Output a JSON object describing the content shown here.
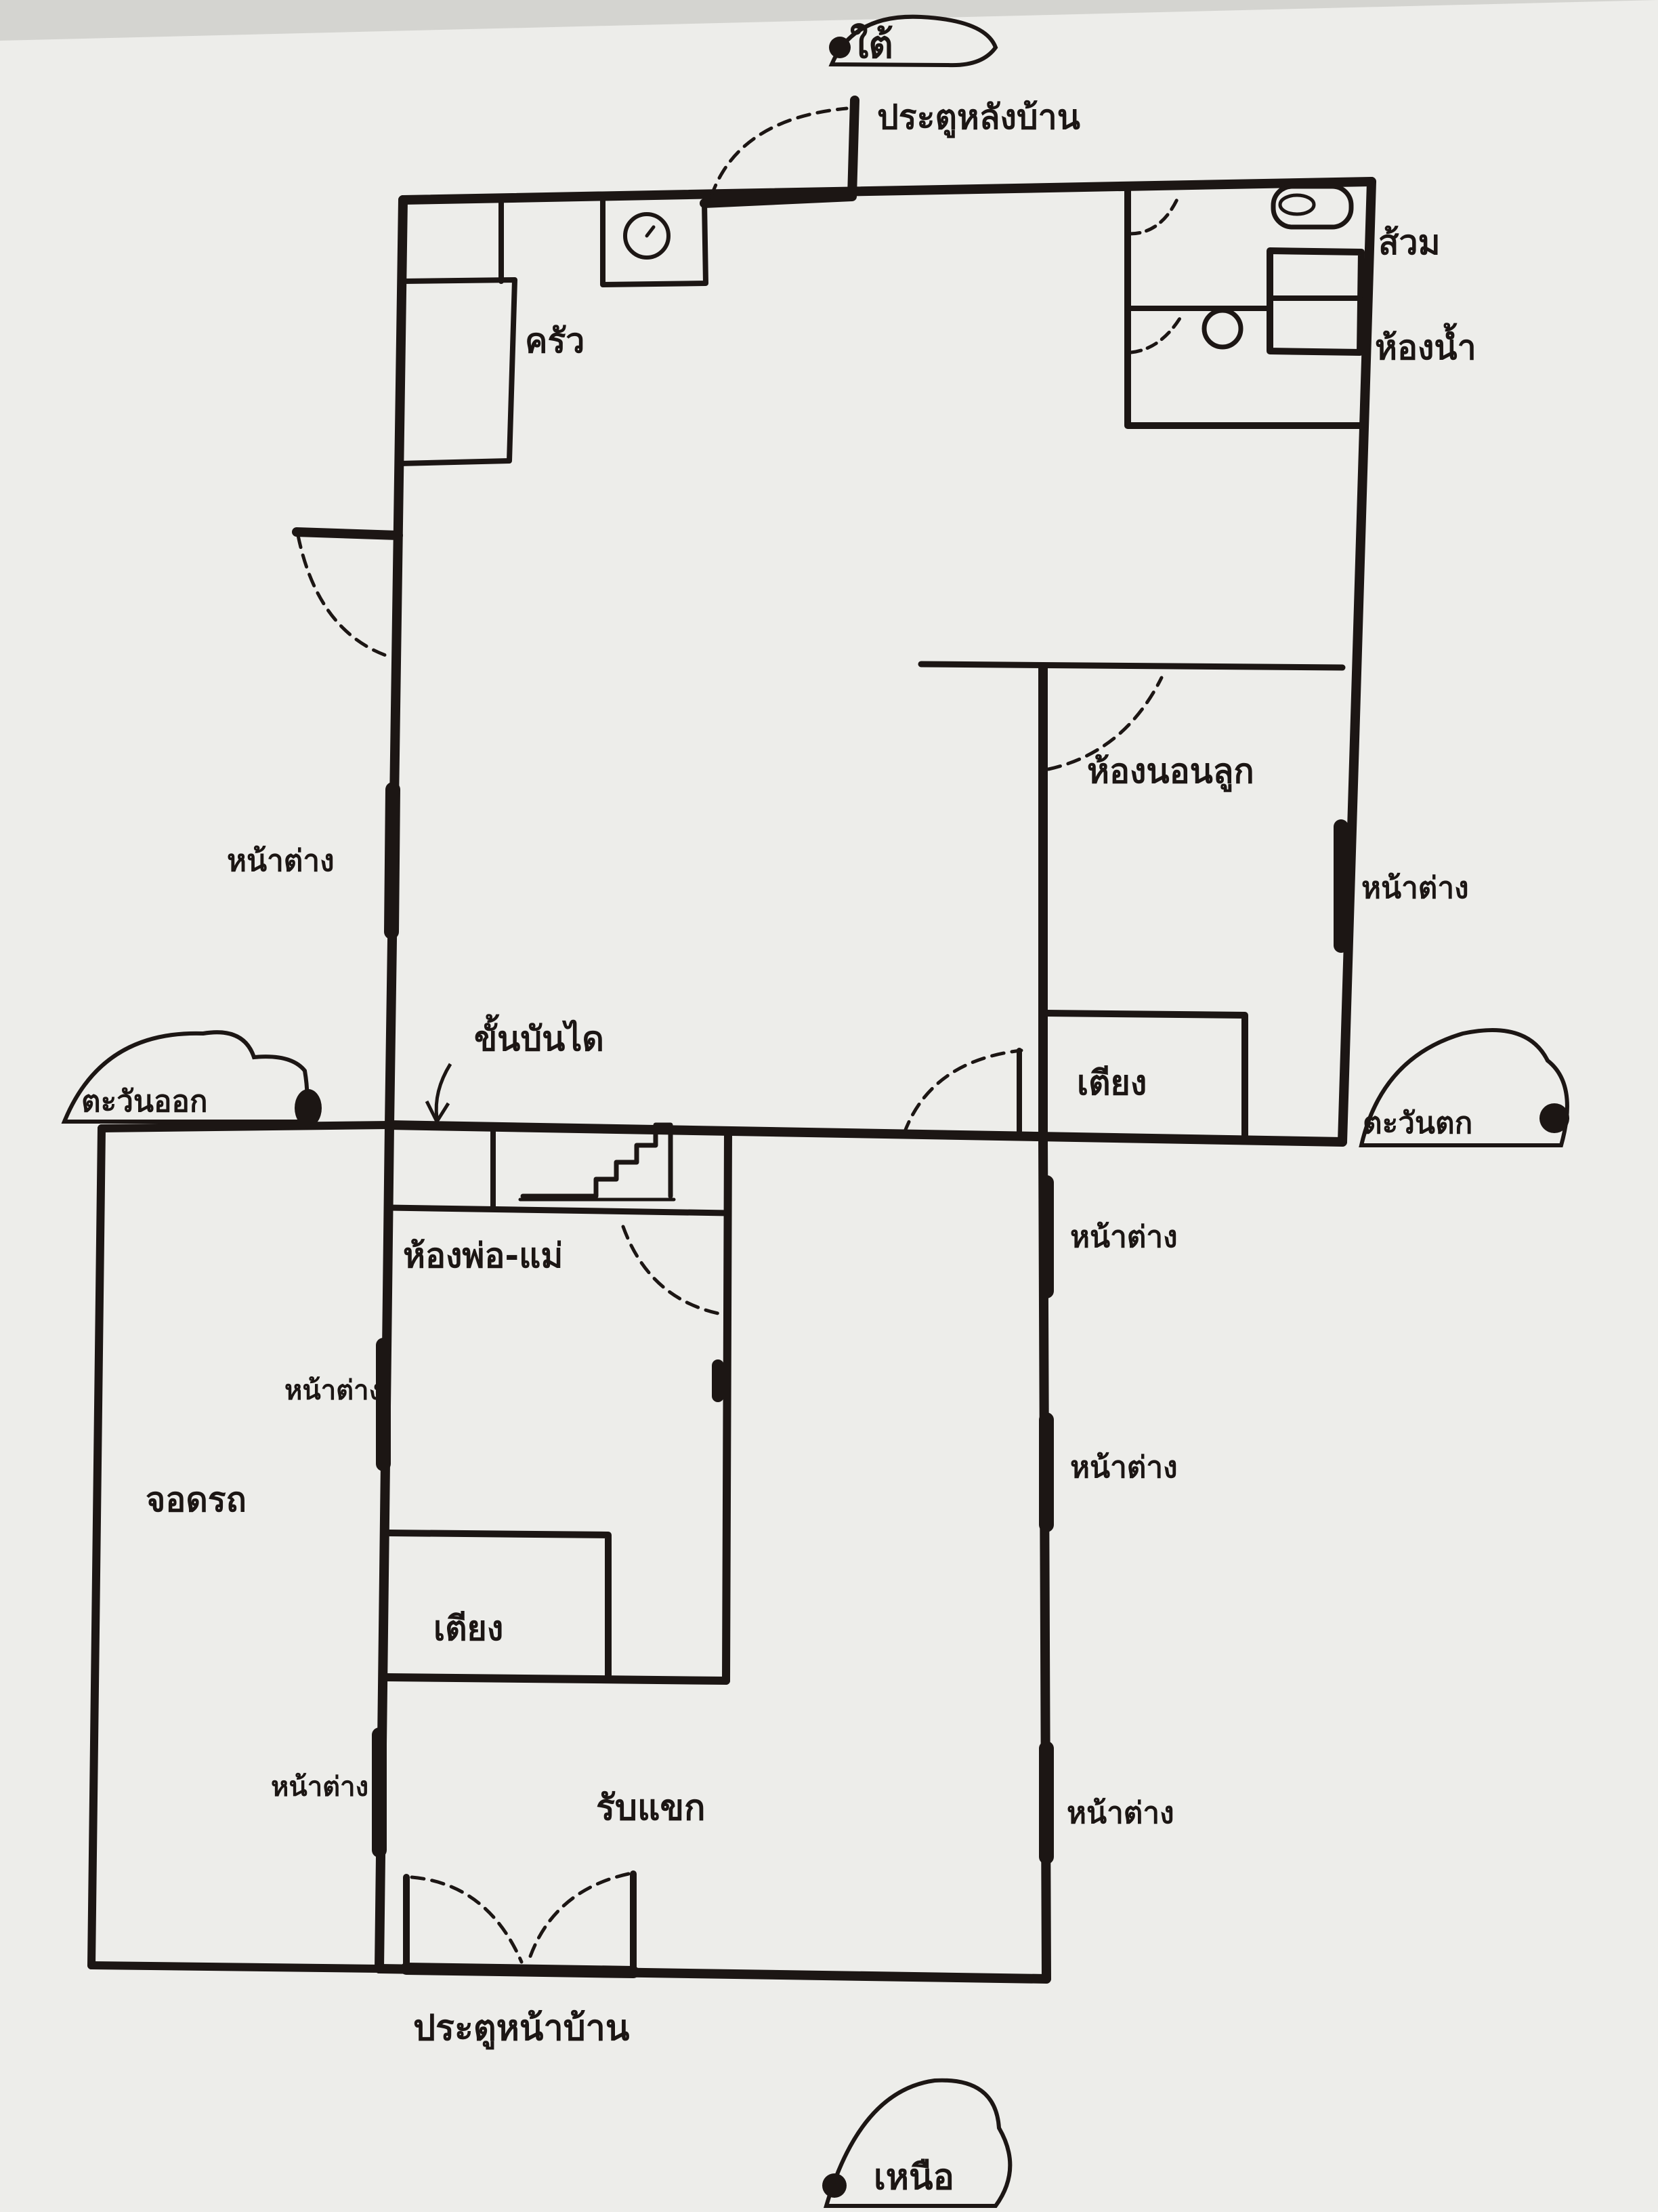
{
  "colors": {
    "ink": "#1c1614",
    "paper": "#ededea",
    "shadow": "#cfcfcb"
  },
  "labels": {
    "south": "ใต้",
    "north": "เหนือ",
    "east": "ตะวันออก",
    "west": "ตะวันตก",
    "back_door": "ประตูหลังบ้าน",
    "front_door": "ประตูหน้าบ้าน",
    "toilet": "ส้วม",
    "bathroom": "ห้องน้ำ",
    "kitchen": "ครัว",
    "child_bedroom": "ห้องนอนลูก",
    "stairs": "ขั้นบันได",
    "bed": "เตียง",
    "parents_room": "ห้องพ่อ-แม่",
    "garage": "จอดรถ",
    "living_room": "รับแขก",
    "window": "หน้าต่าง"
  }
}
